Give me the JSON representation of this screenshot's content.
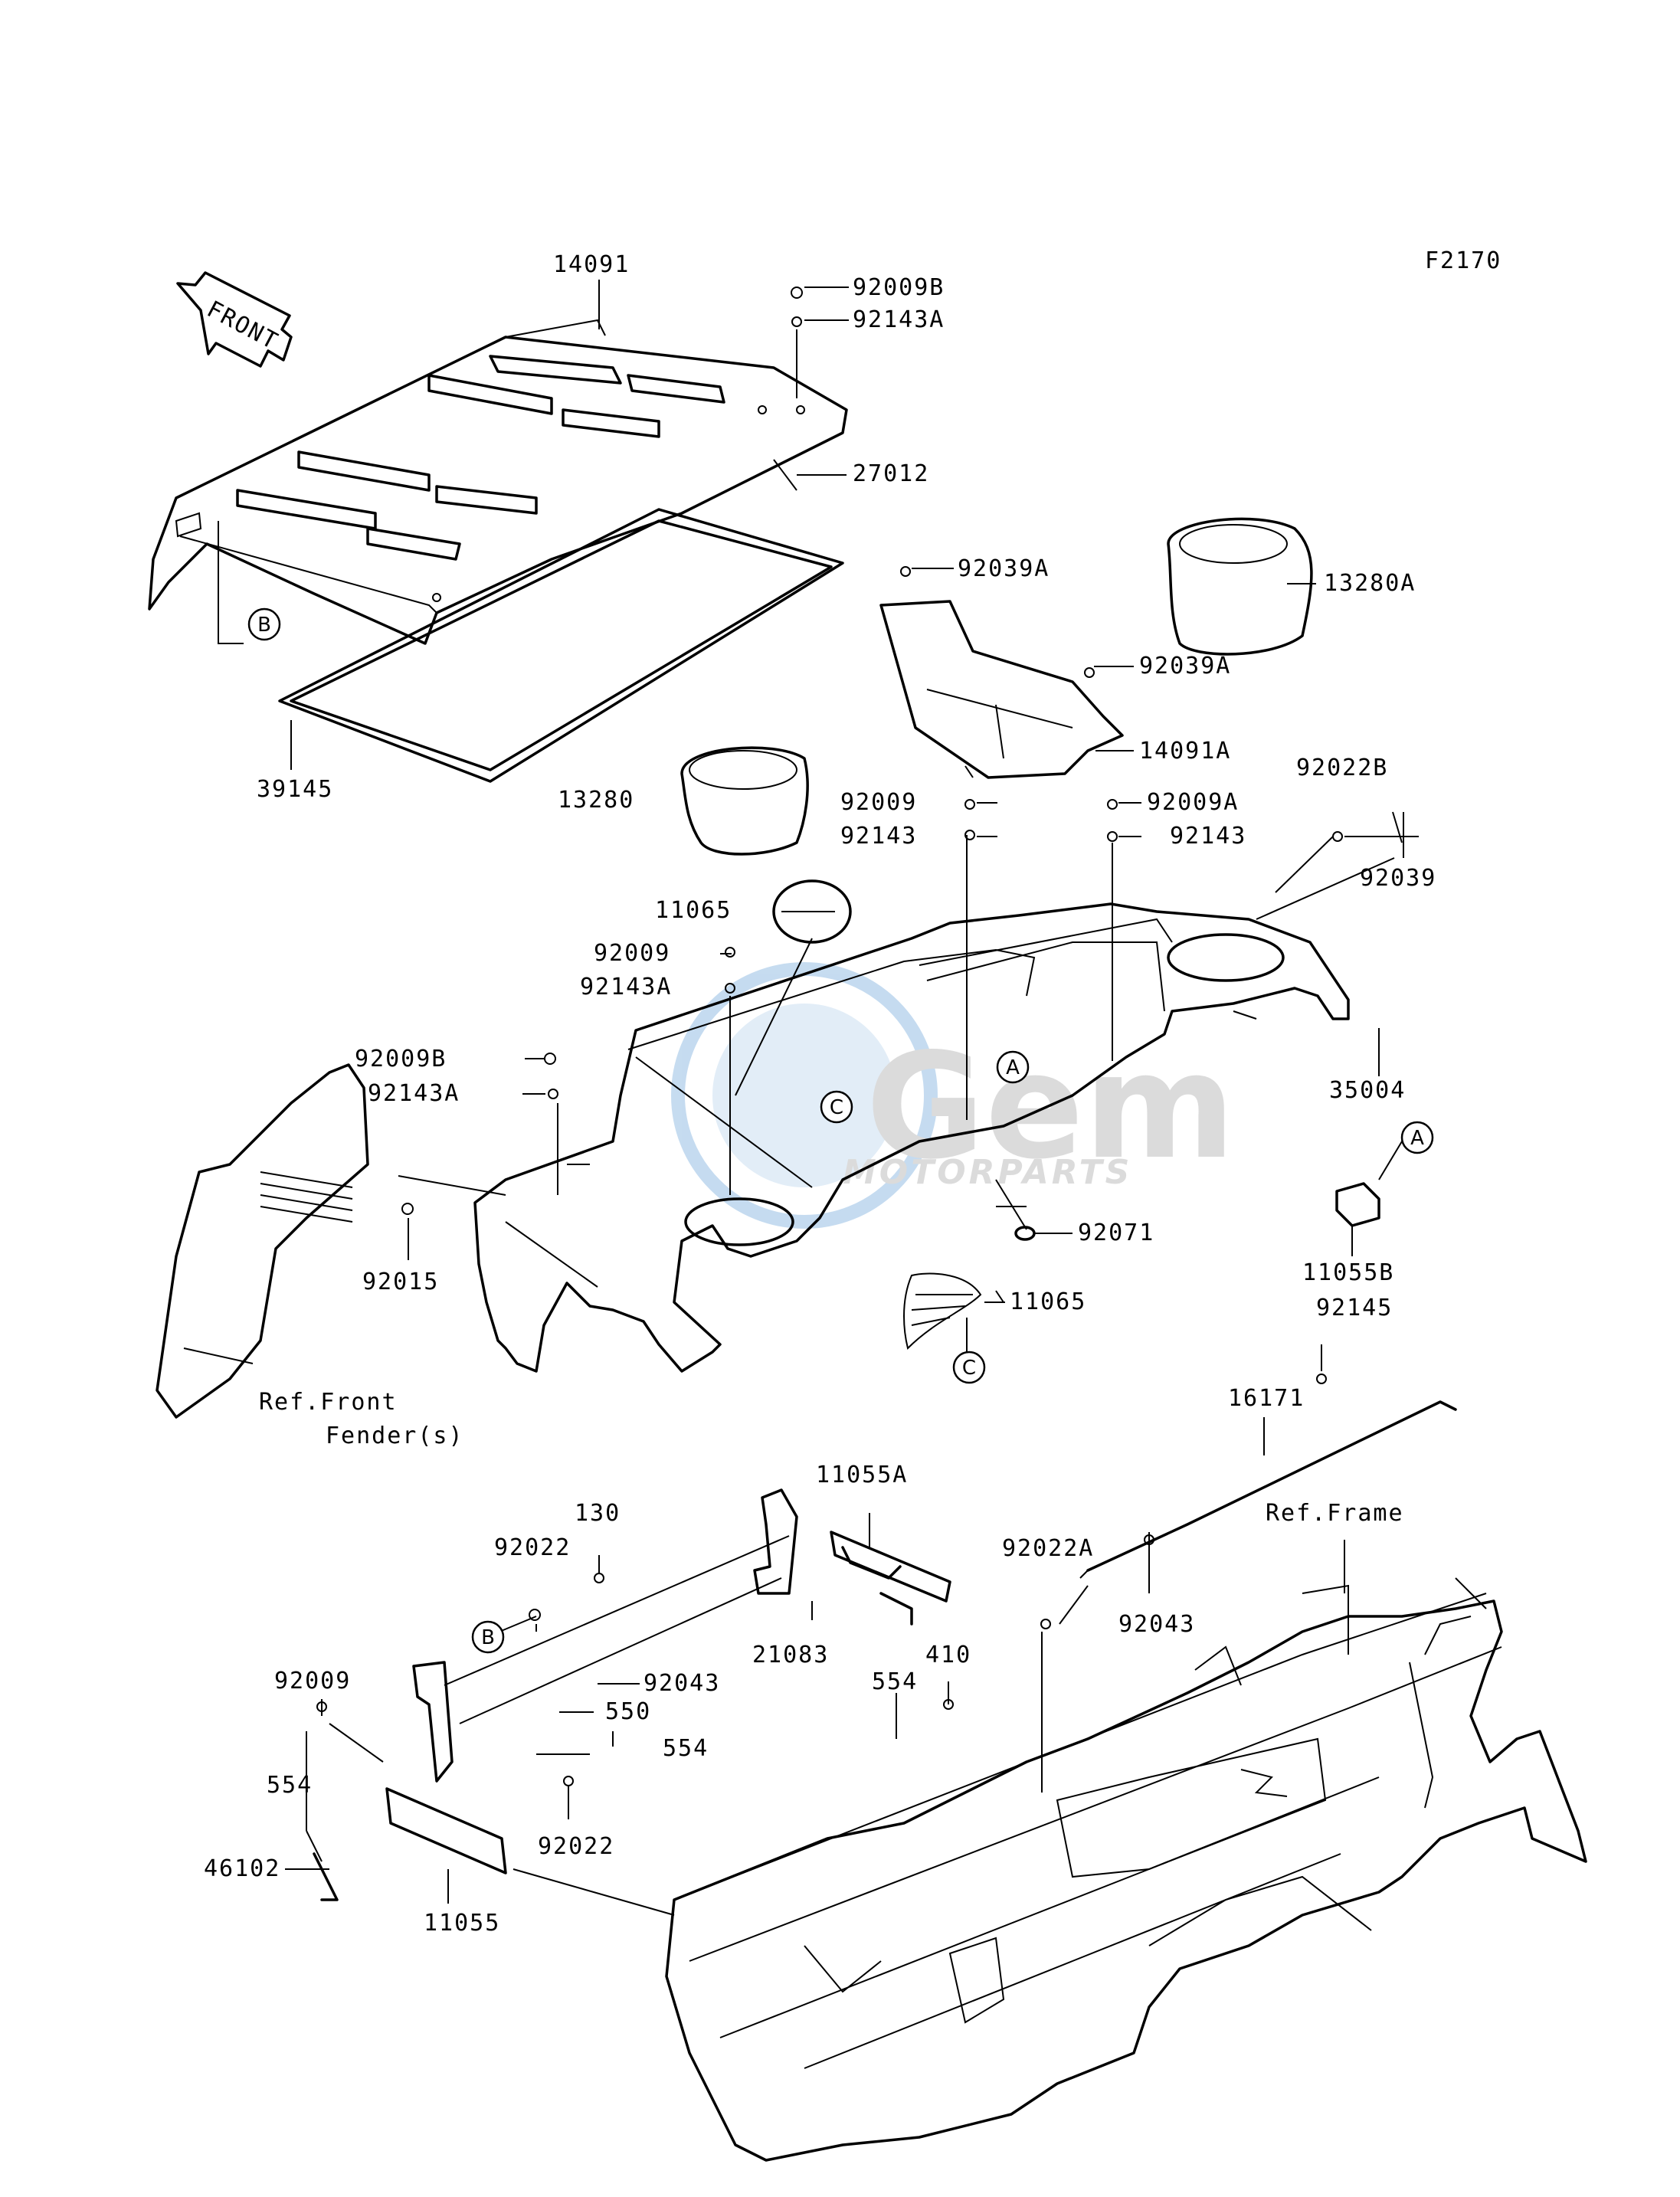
{
  "figure_code": "F2170",
  "front_arrow_text": "FRONT",
  "watermark": {
    "logo_text": "Gem",
    "sub_text": "MOTORPARTS",
    "color": "#5b9bd5"
  },
  "parts": [
    "14091",
    "92009B",
    "92143A",
    "27012",
    "39145",
    "13280A",
    "92039A",
    "92039A",
    "14091A",
    "13280",
    "92009",
    "92143",
    "92009A",
    "92143",
    "92022B",
    "92039",
    "11065",
    "92009",
    "92143A",
    "35004",
    "92009B",
    "92143A",
    "92071",
    "92015",
    "11065",
    "11055B",
    "92145",
    "16171",
    "11055A",
    "130",
    "92022",
    "92022A",
    "92043",
    "21083",
    "410",
    "554",
    "92009",
    "92043",
    "550",
    "554",
    "554",
    "92022",
    "46102",
    "11055"
  ],
  "references": {
    "front_fender_line1": "Ref.Front",
    "front_fender_line2": "Fender(s)",
    "frame": "Ref.Frame"
  },
  "callouts": {
    "a": "A",
    "b": "B",
    "c": "C"
  }
}
